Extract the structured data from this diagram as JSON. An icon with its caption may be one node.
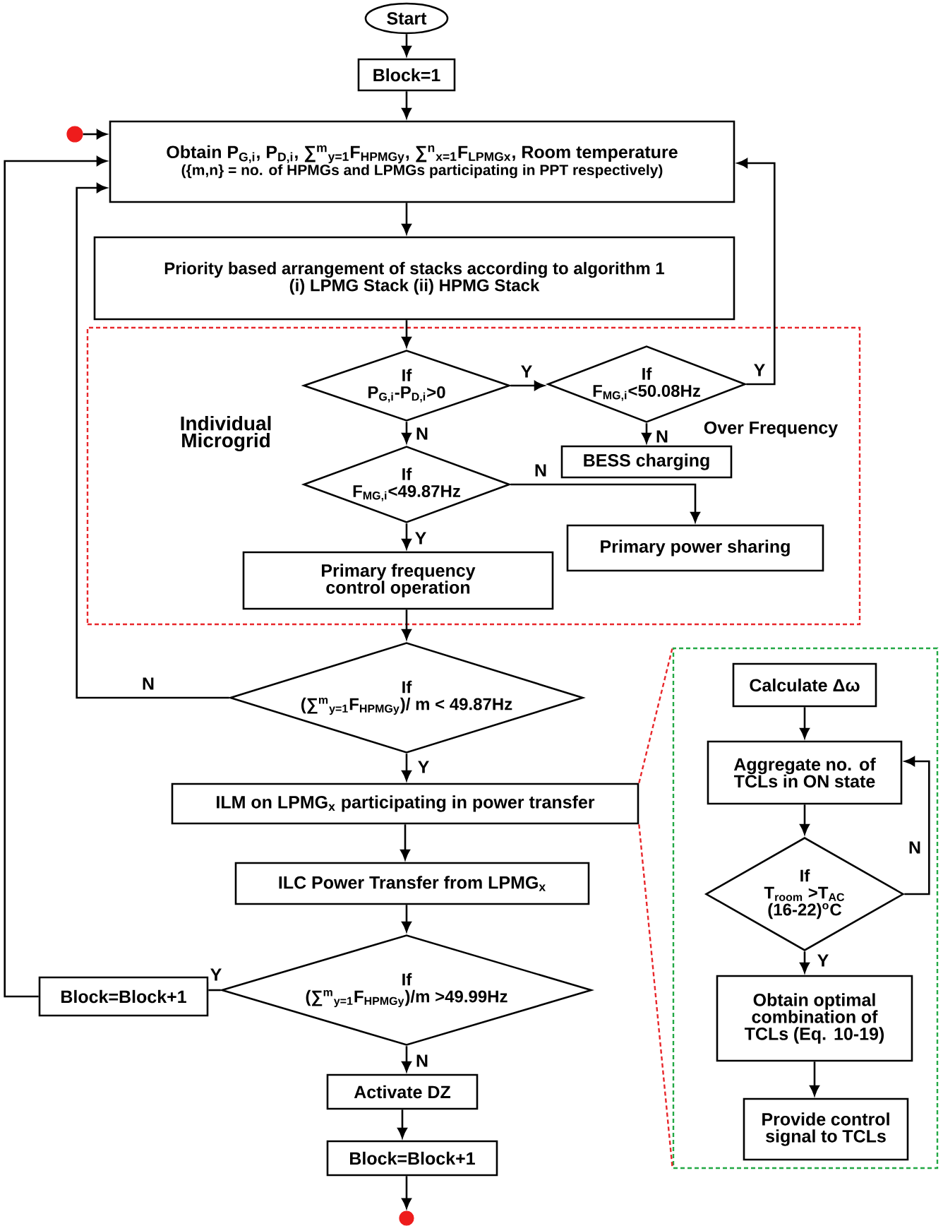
{
  "diagram": {
    "nodes": [
      {
        "text": [
          "Start"
        ]
      },
      {
        "text": [
          "Block=1"
        ]
      },
      {
        "text": [],
        "shape": "circle"
      },
      {
        "text": [
          "Obtain P$_{G,i}$, P$_{D,i}$, ∑$^{m}$$_{y=1}$F$_{HPMGy}$, ∑$^{n}$$_{x=1}$F$_{LPMGx}$, Room temperature",
          "({m,n} = no. of HPMGs and LPMGs participating in PPT respectively)"
        ]
      },
      {
        "text": [
          "Priority based arrangement of stacks according to algorithm 1",
          "(i) LPMG Stack (ii) HPMG Stack"
        ]
      },
      {
        "text": [
          "Individual Microgrid"
        ]
      },
      {
        "text": [
          "If",
          "P$_{G,i}$-P$_{D,i}$>0"
        ],
        "in": 5
      },
      {
        "text": [
          "If",
          "F$_{MG,i}$<50.08Hz"
        ],
        "in": 5
      },
      {
        "text": [
          "BESS charging"
        ],
        "beside": [
          "Over Frequency"
        ],
        "in": 5
      },
      {
        "text": [
          "If",
          "F$_{MG,i}$<49.87Hz"
        ],
        "in": 5
      },
      {
        "text": [
          "Primary power sharing"
        ],
        "in": 5
      },
      {
        "text": [
          "Primary frequency control operation"
        ],
        "in": 5
      },
      {
        "text": [
          "If",
          "(∑$^{m}$$_{y=1}$F$_{HPMGy}$)/ m < 49.87Hz"
        ]
      },
      {
        "text": [],
        "shape": "box"
      },
      {
        "text": [
          "Calculate Δω"
        ],
        "in": 13
      },
      {
        "text": [
          "Aggregate no. of TCLs in ON state"
        ],
        "in": 13
      },
      {
        "text": [
          "If",
          "T$_{room}$ >T$_{AC}$ (16-22)$^{o}$C"
        ],
        "in": 13
      },
      {
        "text": [
          "Obtain optimal combination of TCLs (Eq. 10-19)"
        ],
        "in": 13
      },
      {
        "text": [
          "Provide control signal to TCLs"
        ],
        "in": 13
      },
      {
        "text": [
          "ILM on LPMG$_{x}$ participating in power transfer"
        ]
      },
      {
        "text": [
          "ILC Power Transfer from LPMG$_{x}$"
        ]
      },
      {
        "text": [
          "Block=Block+1"
        ]
      },
      {
        "text": [
          "If",
          "(∑$^{m}$$_{y=1}$F$_{HPMGy}$)/m >49.99Hz"
        ]
      },
      {
        "text": [
          "Activate DZ"
        ]
      },
      {
        "text": [
          "Block=Block+1"
        ]
      },
      {
        "text": [],
        "shape": "circle"
      }
    ],
    "edges": [
      {
        "from": 0,
        "to": 1,
        "arrow": "to"
      },
      {
        "from": 1,
        "to": 3,
        "arrow": "to"
      },
      {
        "from": 2,
        "to": 3,
        "arrow": "to"
      },
      {
        "from": 3,
        "to": 4,
        "arrow": "to"
      },
      {
        "from": 4,
        "to": 6,
        "arrow": "to"
      },
      {
        "from": 6,
        "to": 7,
        "arrow": "to",
        "label": "Y"
      },
      {
        "from": 7,
        "to": 3,
        "arrow": "to",
        "label": "Y"
      },
      {
        "from": 7,
        "to": 8,
        "arrow": "to",
        "label": "N"
      },
      {
        "from": 6,
        "to": 9,
        "arrow": "to",
        "label": "N"
      },
      {
        "from": 9,
        "to": 10,
        "arrow": "to",
        "label": "N"
      },
      {
        "from": 9,
        "to": 11,
        "arrow": "to",
        "label": "Y"
      },
      {
        "from": 11,
        "to": 12,
        "arrow": "to"
      },
      {
        "from": 12,
        "to": 3,
        "arrow": "to",
        "label": "N"
      },
      {
        "from": 12,
        "to": 19,
        "arrow": "to",
        "label": "Y"
      },
      {
        "from": 19,
        "to": 13,
        "arrow": "none",
        "style": "dashed",
        "color": "#e8262a"
      },
      {
        "from": 19,
        "to": 13,
        "arrow": "none",
        "style": "dashed",
        "color": "#e8262a"
      },
      {
        "from": 14,
        "to": 15,
        "arrow": "to"
      },
      {
        "from": 15,
        "to": 16,
        "arrow": "to"
      },
      {
        "from": 16,
        "to": 15,
        "arrow": "to",
        "label": "N"
      },
      {
        "from": 16,
        "to": 17,
        "arrow": "to",
        "label": "Y"
      },
      {
        "from": 17,
        "to": 18,
        "arrow": "to"
      },
      {
        "from": 19,
        "to": 20,
        "arrow": "to"
      },
      {
        "from": 20,
        "to": 22,
        "arrow": "to"
      },
      {
        "from": 22,
        "to": 21,
        "arrow": "none",
        "label": "Y"
      },
      {
        "from": 21,
        "to": 3,
        "arrow": "to"
      },
      {
        "from": 22,
        "to": 23,
        "arrow": "to",
        "label": "N"
      },
      {
        "from": 23,
        "to": 24,
        "arrow": "to"
      },
      {
        "from": 24,
        "to": 25,
        "arrow": "to"
      }
    ]
  }
}
